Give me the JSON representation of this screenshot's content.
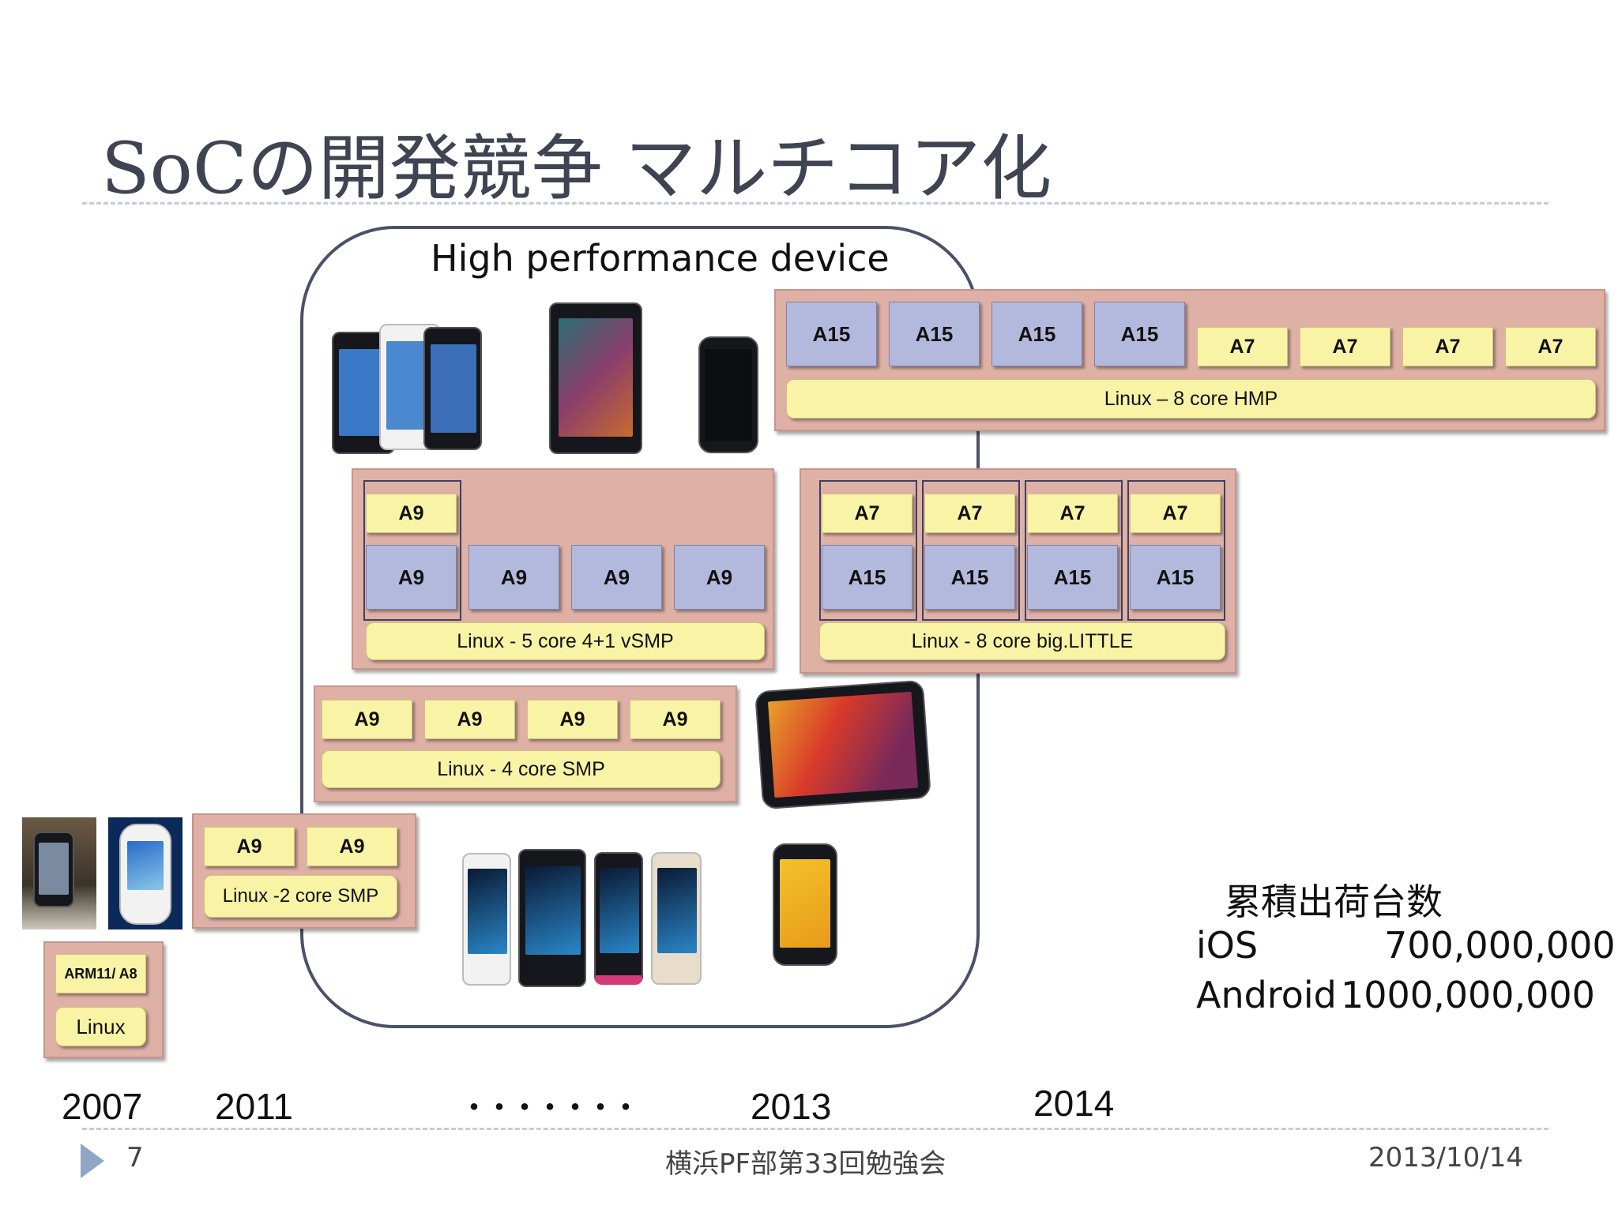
{
  "slide": {
    "title": "SoCの開発競争 マルチコア化",
    "footer_page": "7",
    "footer_center": "横浜PF部第33回勉強会",
    "footer_date": "2013/10/14"
  },
  "high_perf_label": "High performance device",
  "panels": {
    "p2007": {
      "core": "ARM11/ A8",
      "os": "Linux"
    },
    "p2011": {
      "cores": [
        "A9",
        "A9"
      ],
      "os": "Linux -2 core SMP"
    },
    "p4core": {
      "cores": [
        "A9",
        "A9",
        "A9",
        "A9"
      ],
      "os": "Linux - 4 core SMP"
    },
    "p5core": {
      "companion": "A9",
      "cores": [
        "A9",
        "A9",
        "A9",
        "A9"
      ],
      "os": "Linux - 5 core  4+1 vSMP"
    },
    "pbiglittle": {
      "little": [
        "A7",
        "A7",
        "A7",
        "A7"
      ],
      "big": [
        "A15",
        "A15",
        "A15",
        "A15"
      ],
      "os": "Linux - 8 core big.LITTLE"
    },
    "phmp": {
      "big": [
        "A15",
        "A15",
        "A15",
        "A15"
      ],
      "little": [
        "A7",
        "A7",
        "A7",
        "A7"
      ],
      "os": "Linux – 8 core HMP"
    }
  },
  "timeline": {
    "y2007": "2007",
    "y2011": "2011",
    "dots": "・・・・・・・",
    "y2013": "2013",
    "y2014": "2014"
  },
  "stats": {
    "title": "累積出荷台数",
    "rows": [
      {
        "label": "iOS",
        "value": "700,000,000"
      },
      {
        "label": "Android",
        "value": "1000,000,000"
      }
    ]
  },
  "colors": {
    "panel": "#dfb0a5",
    "yellow_core": "#f9f3a6",
    "blue_core": "#b3b9dc",
    "frame": "#4b5167"
  }
}
